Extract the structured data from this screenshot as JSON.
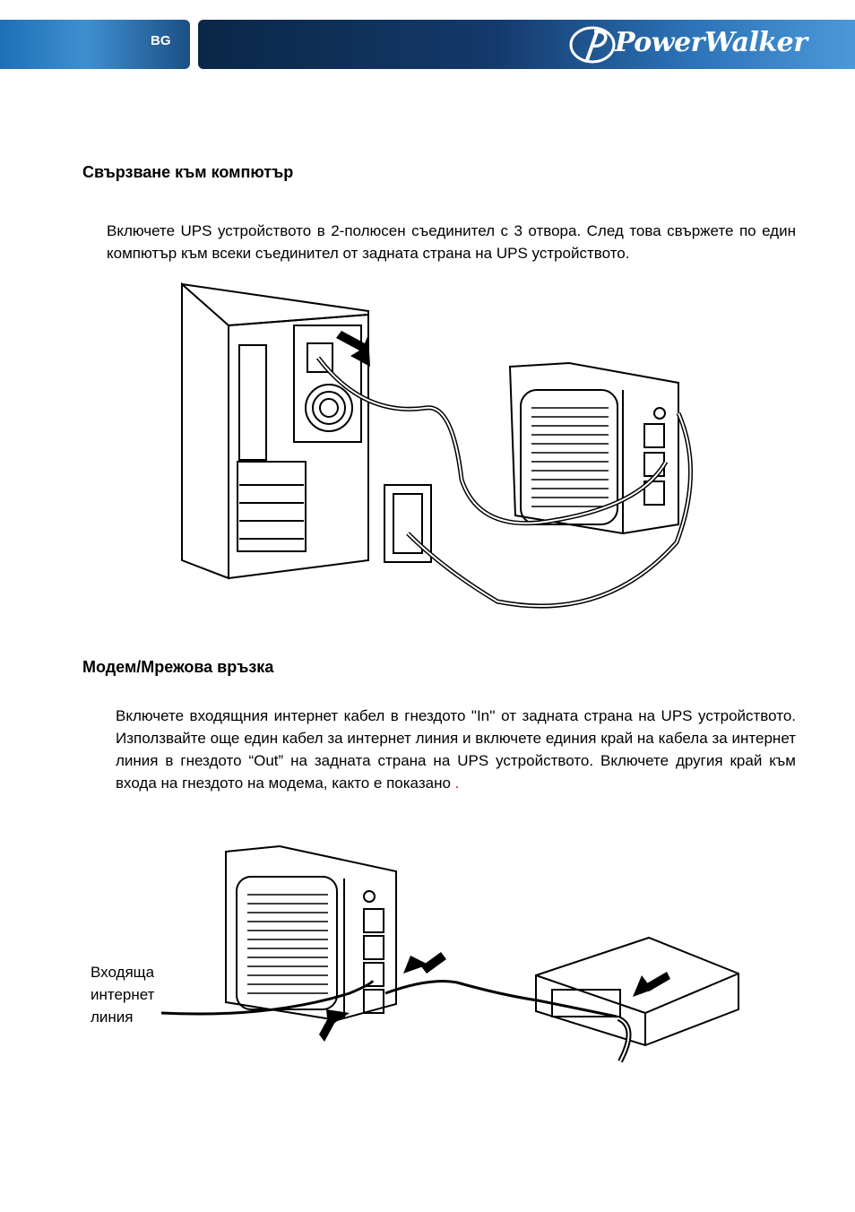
{
  "header": {
    "language": "BG",
    "brand": "PowerWalker"
  },
  "section1": {
    "title": "Свързване към компютър",
    "text": "Включете UPS устройството в 2-полюсен съединител с 3 отвора. След това свържете по един компютър към всеки съединител от задната страна на UPS устройството."
  },
  "section2": {
    "title": "Модем/Мрежова връзка",
    "text": "Включете входящния интернет кабел в гнездото \"In'' от задната страна на UPS устройството. Използвайте още един кабел за интернет линия и включете единия край на кабела за интернет линия в гнездото “Out” на задната страна на UPS устройството. Включете другия край към входа на гнездото на модема, както е показано ",
    "text_end": "."
  },
  "figure2": {
    "label_lines": [
      "Входяща",
      "интернет",
      "линия"
    ]
  }
}
